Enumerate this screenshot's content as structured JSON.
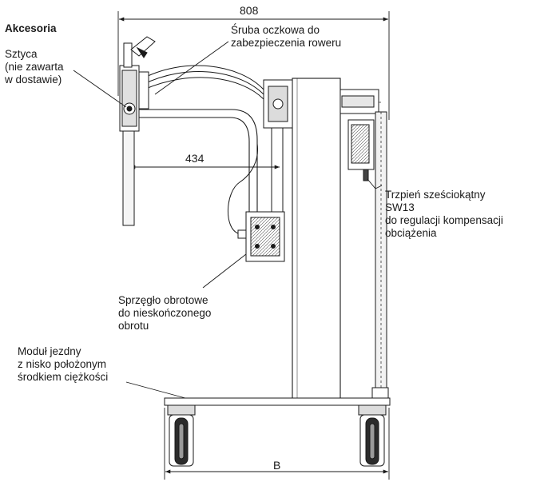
{
  "labels": {
    "accessories_title": "Akcesoria",
    "accessories_body": "Sztyca\n(nie zawarta\nw dostawie)",
    "eye_bolt": "Śruba oczkowa do\nzabezpieczenia roweru",
    "hex_pin": "Trzpień sześciokątny\nSW13\ndo regulacji kompensacji\nobciążenia",
    "rotary_coupling": "Sprzęgło obrotowe\ndo nieskończonego\nobrotu",
    "running_module": "Moduł jezdny\nz nisko położonym\nśrodkiem ciężkości"
  },
  "dimensions": {
    "overall_width": "808",
    "arm_reach": "434",
    "base_width": "B"
  }
}
